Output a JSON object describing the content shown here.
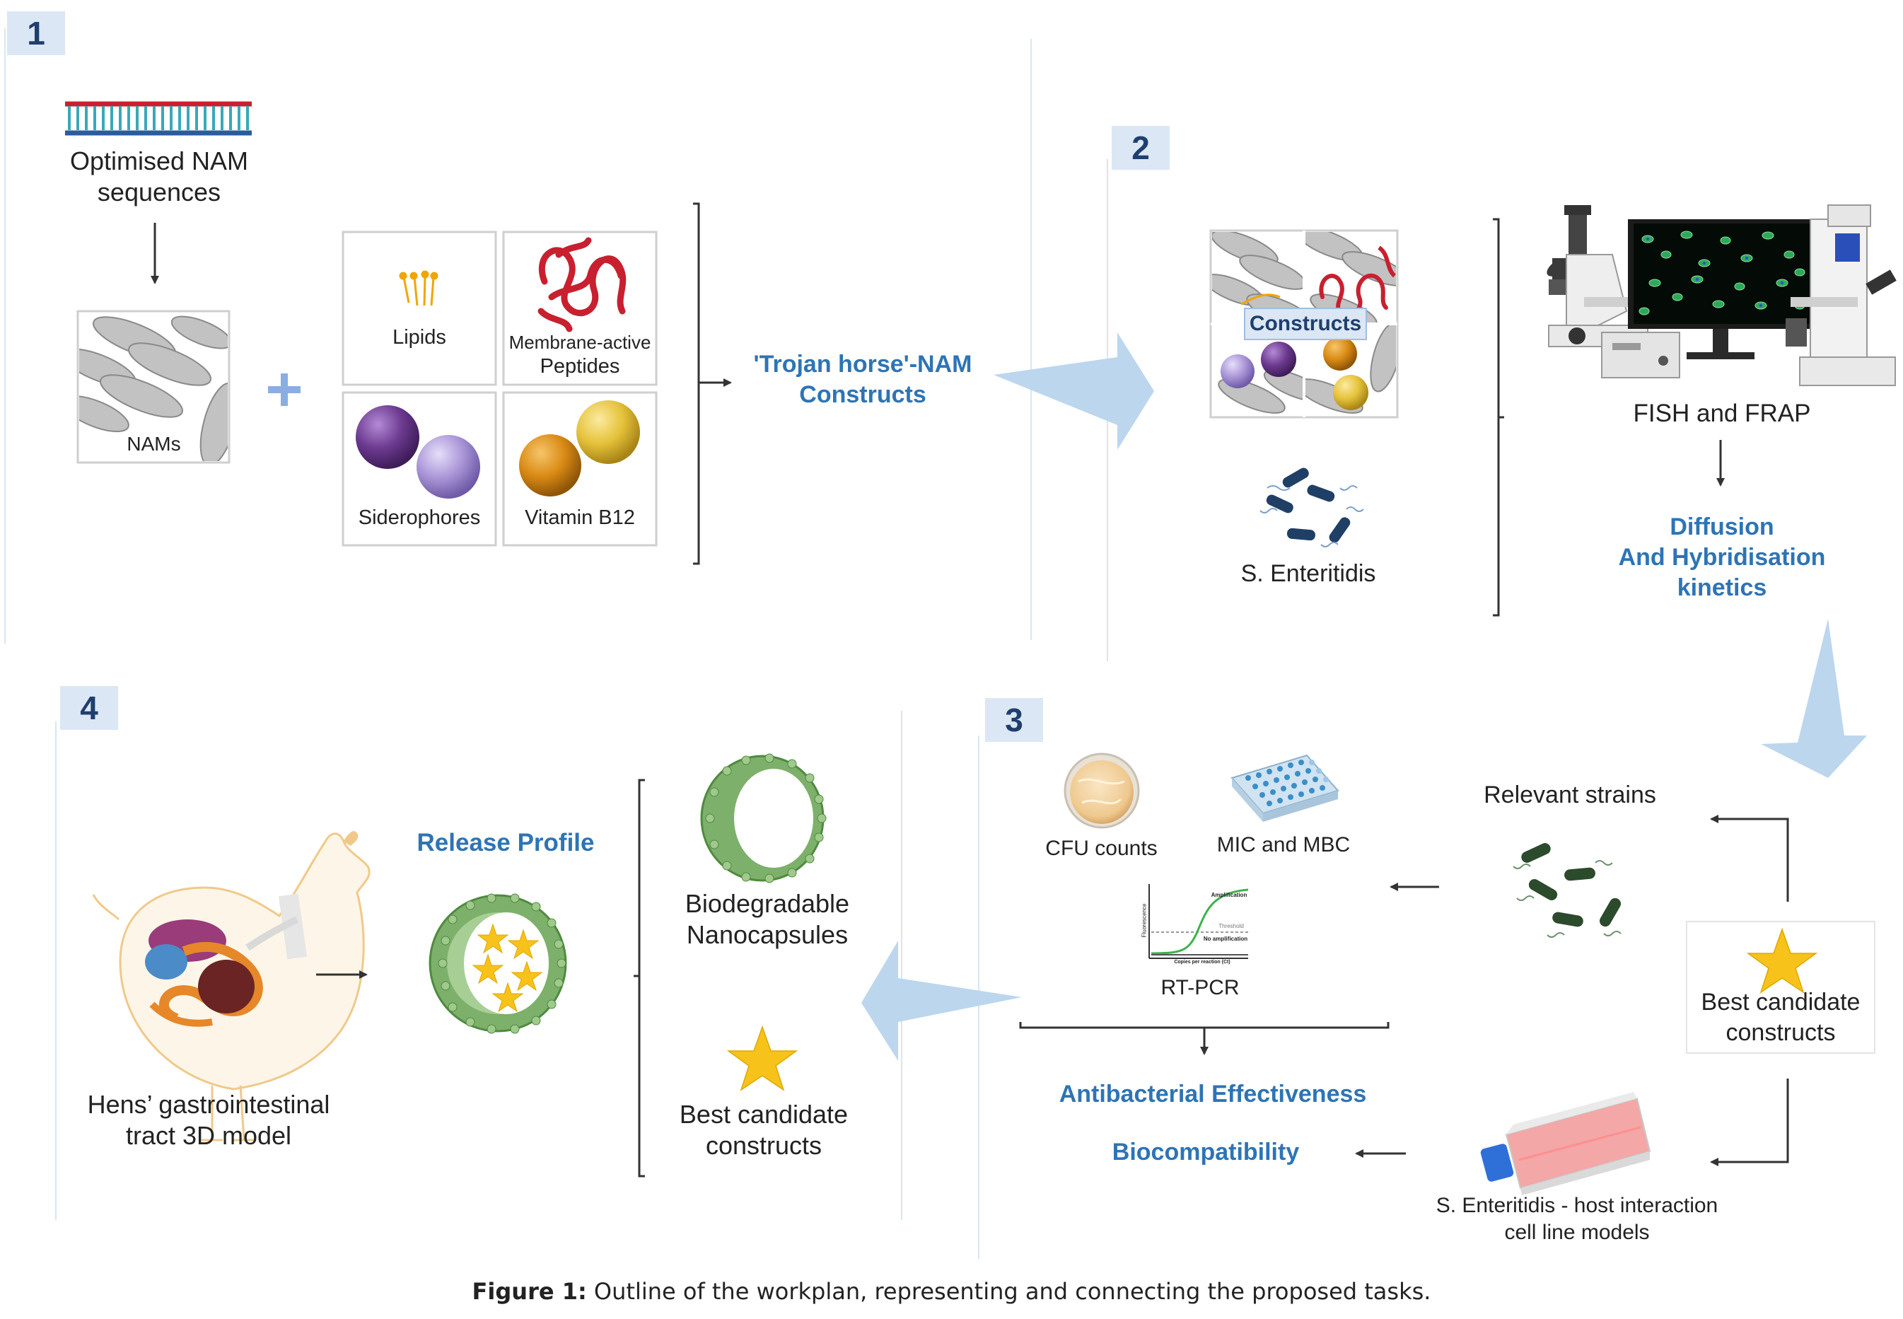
{
  "panel1": {
    "number": "1",
    "nam_seq_line1": "Optimised NAM",
    "nam_seq_line2": "sequences",
    "nams_label": "NAMs",
    "lipids_label": "Lipids",
    "peptides_line1": "Membrane-active",
    "peptides_line2": "Peptides",
    "siderophores_label": "Siderophores",
    "vitamin_label": "Vitamin B12",
    "constructs_line1": "'Trojan horse'-NAM",
    "constructs_line2": "Constructs"
  },
  "panel2": {
    "number": "2",
    "constructs_badge": "Constructs",
    "strain_label": "S. Enteritidis",
    "microscope_label": "FISH and FRAP",
    "kinetics_line1": "Diffusion",
    "kinetics_line2": "And Hybridisation",
    "kinetics_line3": "kinetics"
  },
  "panel3": {
    "number": "3",
    "relevant_strains": "Relevant strains",
    "cfu_label": "CFU counts",
    "mic_label": "MIC and MBC",
    "rtpcr_label": "RT-PCR",
    "pcr_amplification": "Amplification",
    "pcr_threshold": "Threshold",
    "pcr_no_amplification": "No amplification",
    "pcr_xlabel": "Copies per reaction (Ct)",
    "pcr_ylabel": "Fluorescence",
    "antibacterial": "Antibacterial Effectiveness",
    "biocompat": "Biocompatibility",
    "best_line1": "Best candidate",
    "best_line2": "constructs",
    "host_line1": "S. Enteritidis - host interaction",
    "host_line2": "cell line models"
  },
  "panel4": {
    "number": "4",
    "hens_line1": "Hens’ gastrointestinal",
    "hens_line2": "tract 3D model",
    "release_profile": "Release Profile",
    "nano_line1": "Biodegradable",
    "nano_line2": "Nanocapsules",
    "best_line1": "Best candidate",
    "best_line2": "constructs"
  },
  "caption": {
    "bold": "Figure 1:",
    "text": " Outline of the workplan, representing and connecting the proposed tasks."
  },
  "colors": {
    "accent_blue": "#2e74b5",
    "arrow_blue": "#bcd6ee",
    "number_bg": "#dbe7f4",
    "star": "#f7c21a",
    "purple": "#6c3a8f",
    "lavender": "#a995d6",
    "orange": "#d98a14",
    "gold": "#e5c23a",
    "peptide_red": "#c8202f",
    "nam_gray": "#bdbdbd",
    "bacteria": "#1f3f66",
    "bacteria_dark": "#2c4a2c"
  }
}
